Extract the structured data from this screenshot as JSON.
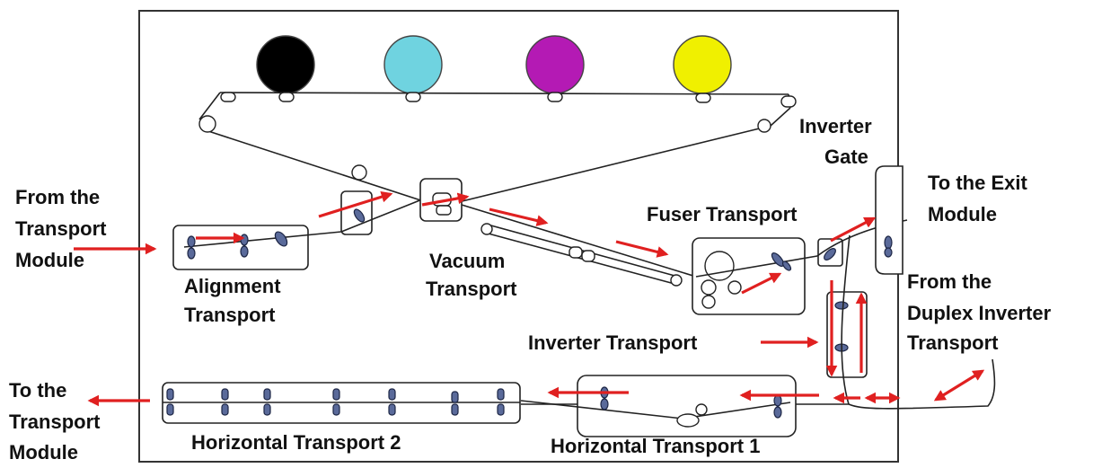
{
  "colors": {
    "toners": [
      "#000000",
      "#6fd3e0",
      "#b41ab4",
      "#f0f000"
    ],
    "arrow": "#e02020",
    "nip": "#5a6a9a"
  },
  "labels": {
    "from_transport": [
      "From the",
      "Transport",
      "Module"
    ],
    "alignment": [
      "Alignment",
      "Transport"
    ],
    "vacuum": [
      "Vacuum",
      "Transport"
    ],
    "fuser": "Fuser Transport",
    "inverter_gate": [
      "Inverter",
      "Gate"
    ],
    "to_exit": [
      "To the Exit",
      "Module"
    ],
    "from_duplex": [
      "From the",
      "Duplex Inverter",
      "Transport"
    ],
    "inverter_transport": "Inverter Transport",
    "to_transport": [
      "To the",
      "Transport",
      "Module"
    ],
    "horizontal_2": "Horizontal Transport 2",
    "horizontal_1": "Horizontal Transport 1"
  }
}
